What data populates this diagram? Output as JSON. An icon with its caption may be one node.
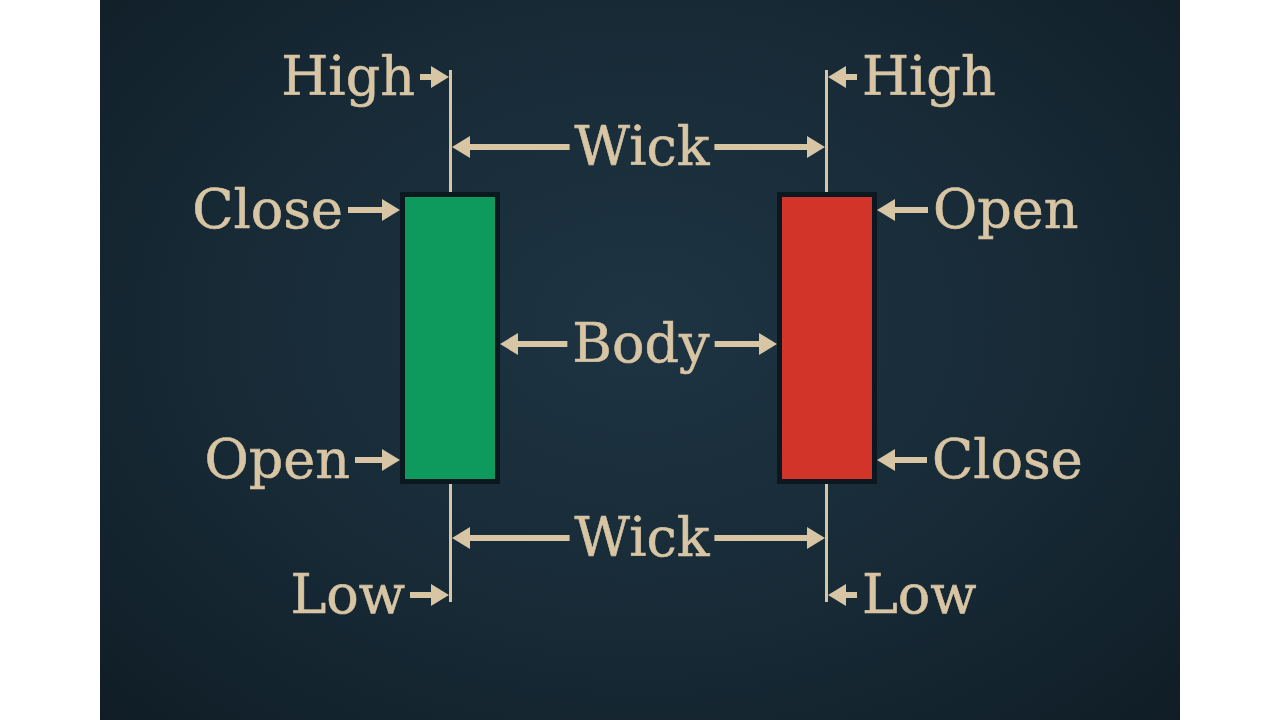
{
  "diagram": {
    "nodes": [
      {
        "text": [
          "High"
        ]
      },
      {
        "text": [
          "High"
        ]
      },
      {
        "text": [
          "Wick"
        ]
      },
      {
        "text": [
          "Close"
        ]
      },
      {
        "text": [
          "Open"
        ]
      },
      {
        "text": [
          "Body"
        ]
      },
      {
        "text": [
          "Open"
        ]
      },
      {
        "text": [
          "Close"
        ]
      },
      {
        "text": [
          "Wick"
        ]
      },
      {
        "text": [
          "Low"
        ]
      },
      {
        "text": [
          "Low"
        ]
      },
      {
        "text": [],
        "shape": "line"
      },
      {
        "text": [],
        "shape": "box"
      },
      {
        "text": [],
        "shape": "line"
      },
      {
        "text": [],
        "shape": "line"
      },
      {
        "text": [],
        "shape": "box"
      },
      {
        "text": [],
        "shape": "line"
      }
    ],
    "edges": [
      {
        "from": 0,
        "to": 11,
        "arrow": "to"
      },
      {
        "from": 1,
        "to": 14,
        "arrow": "to"
      },
      {
        "from": 2,
        "to": 11,
        "arrow": "to"
      },
      {
        "from": 2,
        "to": 14,
        "arrow": "to"
      },
      {
        "from": 3,
        "to": 12,
        "arrow": "to"
      },
      {
        "from": 4,
        "to": 15,
        "arrow": "to"
      },
      {
        "from": 5,
        "to": 12,
        "arrow": "to"
      },
      {
        "from": 5,
        "to": 15,
        "arrow": "to"
      },
      {
        "from": 6,
        "to": 12,
        "arrow": "to"
      },
      {
        "from": 7,
        "to": 15,
        "arrow": "to"
      },
      {
        "from": 8,
        "to": 13,
        "arrow": "to"
      },
      {
        "from": 8,
        "to": 16,
        "arrow": "to"
      },
      {
        "from": 9,
        "to": 13,
        "arrow": "to"
      },
      {
        "from": 10,
        "to": 16,
        "arrow": "to"
      }
    ]
  }
}
